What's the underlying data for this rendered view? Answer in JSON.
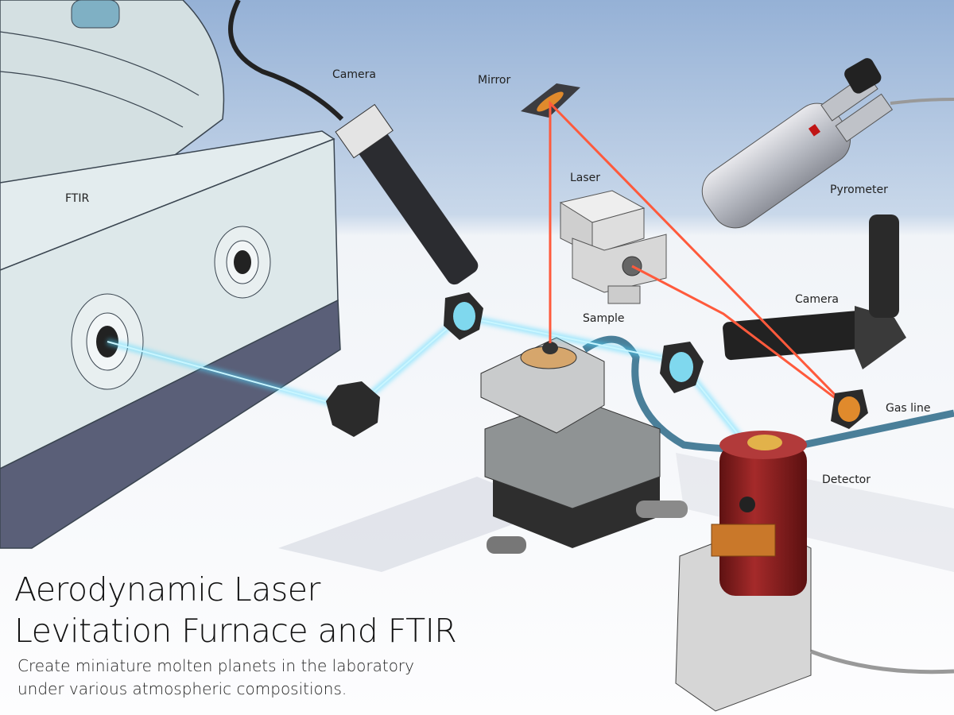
{
  "title_lines": [
    "Aerodynamic Laser",
    "Levitation Furnace and FTIR"
  ],
  "subtitle_lines": [
    "Create miniature molten planets in the laboratory",
    "under various atmospheric compositions."
  ],
  "labels": {
    "camera_top": "Camera",
    "mirror": "Mirror",
    "ftir": "FTIR",
    "laser": "Laser",
    "pyrometer": "Pyrometer",
    "camera_right": "Camera",
    "sample": "Sample",
    "gas_line": "Gas line",
    "detector": "Detector"
  },
  "colors": {
    "ir_beam": "#7fe8ff",
    "laser_beam": "#ff5a3c",
    "detector_body": "#8a1f1f",
    "gas_line": "#4a7f99",
    "sky": "#9db7d8"
  }
}
